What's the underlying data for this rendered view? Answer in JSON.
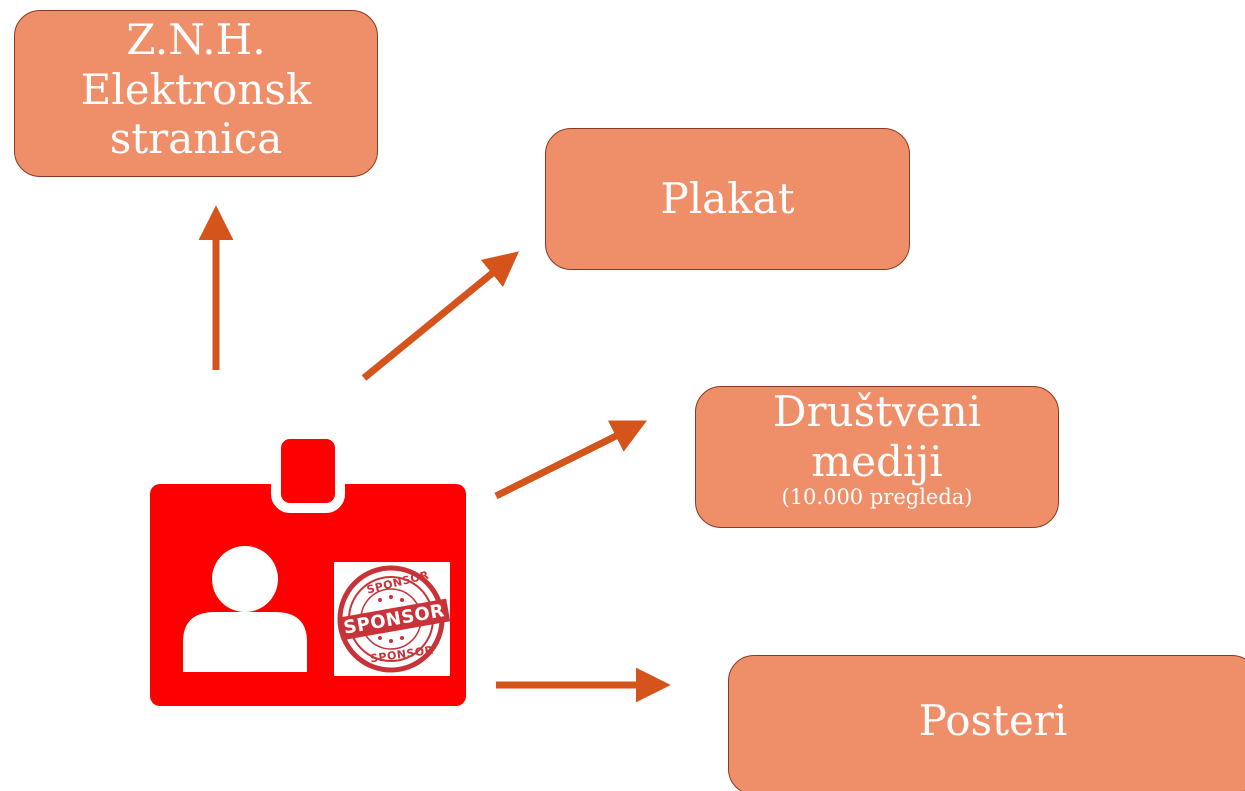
{
  "boxes": {
    "znh": {
      "lines": [
        "Z.N.H.",
        "Elektronsk",
        "stranica"
      ]
    },
    "plakat": {
      "label": "Plakat"
    },
    "drustveni": {
      "lines": [
        "Društveni",
        "mediji"
      ],
      "sub": "(10.000 pregleda)"
    },
    "posteri": {
      "label": "Posteri"
    }
  },
  "stamp": {
    "word": "SPONSOR"
  },
  "colors": {
    "box_fill": "#ef8f6a",
    "box_border": "#8a3a22",
    "arrow": "#d4541c",
    "badge": "#ff0000",
    "stamp_red": "#c8333a"
  },
  "icons": [
    "user-badge-icon",
    "sponsor-stamp-icon"
  ]
}
